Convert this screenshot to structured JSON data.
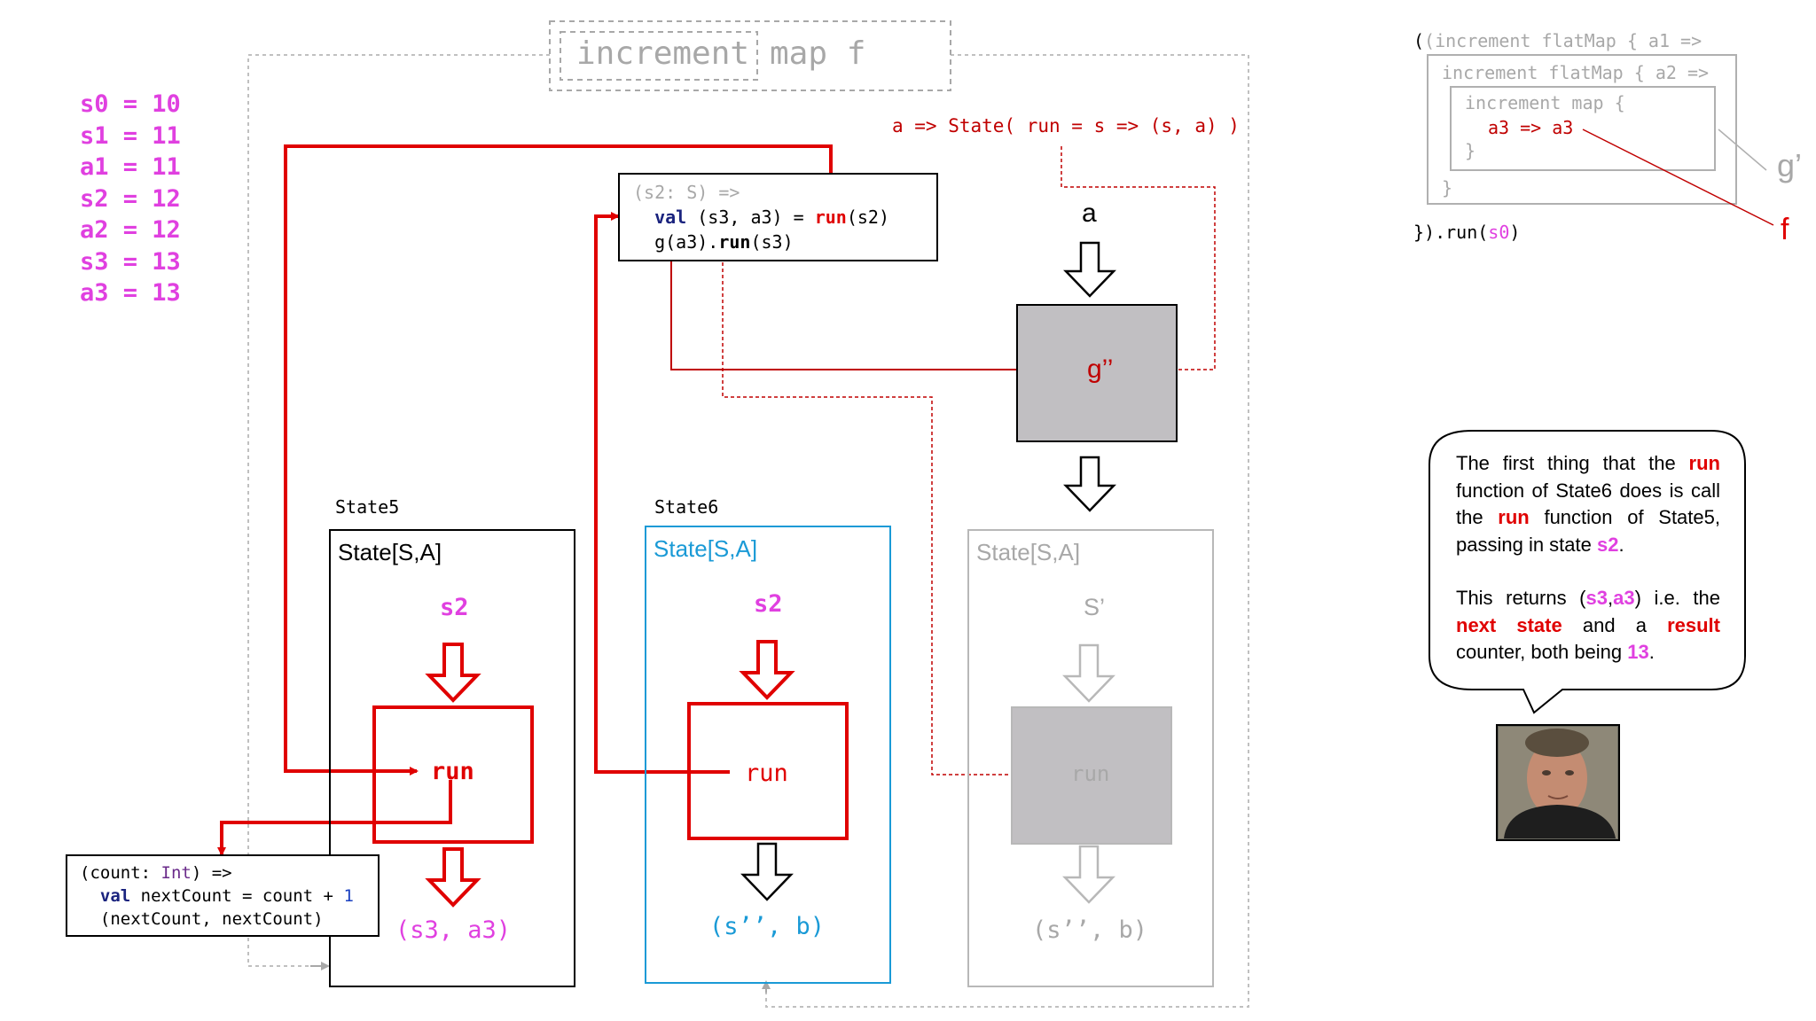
{
  "vars": [
    {
      "name": "s0",
      "value": "10"
    },
    {
      "name": "s1",
      "value": "11"
    },
    {
      "name": "a1",
      "value": "11"
    },
    {
      "name": "s2",
      "value": "12"
    },
    {
      "name": "a2",
      "value": "12"
    },
    {
      "name": "s3",
      "value": "13"
    },
    {
      "name": "a3",
      "value": "13"
    }
  ],
  "title": {
    "left": "increment",
    "right": "map f"
  },
  "state_ctor": "a => State( run = s => (s, a) )",
  "lambda_box": {
    "line1_param": "(s2: S) =>",
    "line2_val": "val",
    "line2_mid": " (s3, a3) = ",
    "line2_run": "run",
    "line2_arg": "(s2)",
    "line3_pre": "g(a3).",
    "line3_run": "run",
    "line3_arg": "(s3)"
  },
  "g_input": "a",
  "g_label": "g’’",
  "state5": {
    "caption": "State5",
    "type": "State[S,A]",
    "input": "s2",
    "run": "run",
    "out_s": "(s3,",
    "out_a": " a3)"
  },
  "state6": {
    "caption": "State6",
    "type": "State[S,A]",
    "input": "s2",
    "run": "run",
    "output": "(s’’, b)"
  },
  "state7": {
    "type": "State[S,A]",
    "input": "S’",
    "run": "run",
    "output": "(s’’, b)"
  },
  "counter_box": {
    "l1_pre": "(count: ",
    "l1_type": "Int",
    "l1_post": ") =>",
    "l2_val": "val",
    "l2_mid": " nextCount = count + ",
    "l2_num": "1",
    "l3": "(nextCount, nextCount)"
  },
  "nested_code": {
    "outer": "(increment flatMap { a1 =>",
    "middle": "increment flatMap { a2 =>",
    "inner": "increment map {",
    "inner_body": "a3 => a3",
    "inner_close": "}",
    "middle_close": "}",
    "outer_close_pre": "}).run(",
    "outer_close_arg": "s0",
    "outer_close_post": ")",
    "label_g": "g’",
    "label_f": "f"
  },
  "bubble": {
    "p1_a": "The first thing that the ",
    "p1_run": "run",
    "p1_b": " function of State6 does is call the ",
    "p1_run2": "run",
    "p1_c": " function of State5, passing in state ",
    "p1_s2": "s2",
    "p1_d": ".",
    "p2_a": "This returns (",
    "p2_s3": "s3",
    "p2_comma": ",",
    "p2_a3": "a3",
    "p2_b": ") i.e. the ",
    "p2_next": "next state",
    "p2_c": " and a ",
    "p2_result": "result",
    "p2_d": " counter, both being ",
    "p2_13": "13",
    "p2_e": "."
  },
  "colors": {
    "magenta": "#e040e0",
    "red": "#e00000",
    "dark_red": "#c00000",
    "blue": "#1a9ad6",
    "gray": "#a8a8a8"
  }
}
